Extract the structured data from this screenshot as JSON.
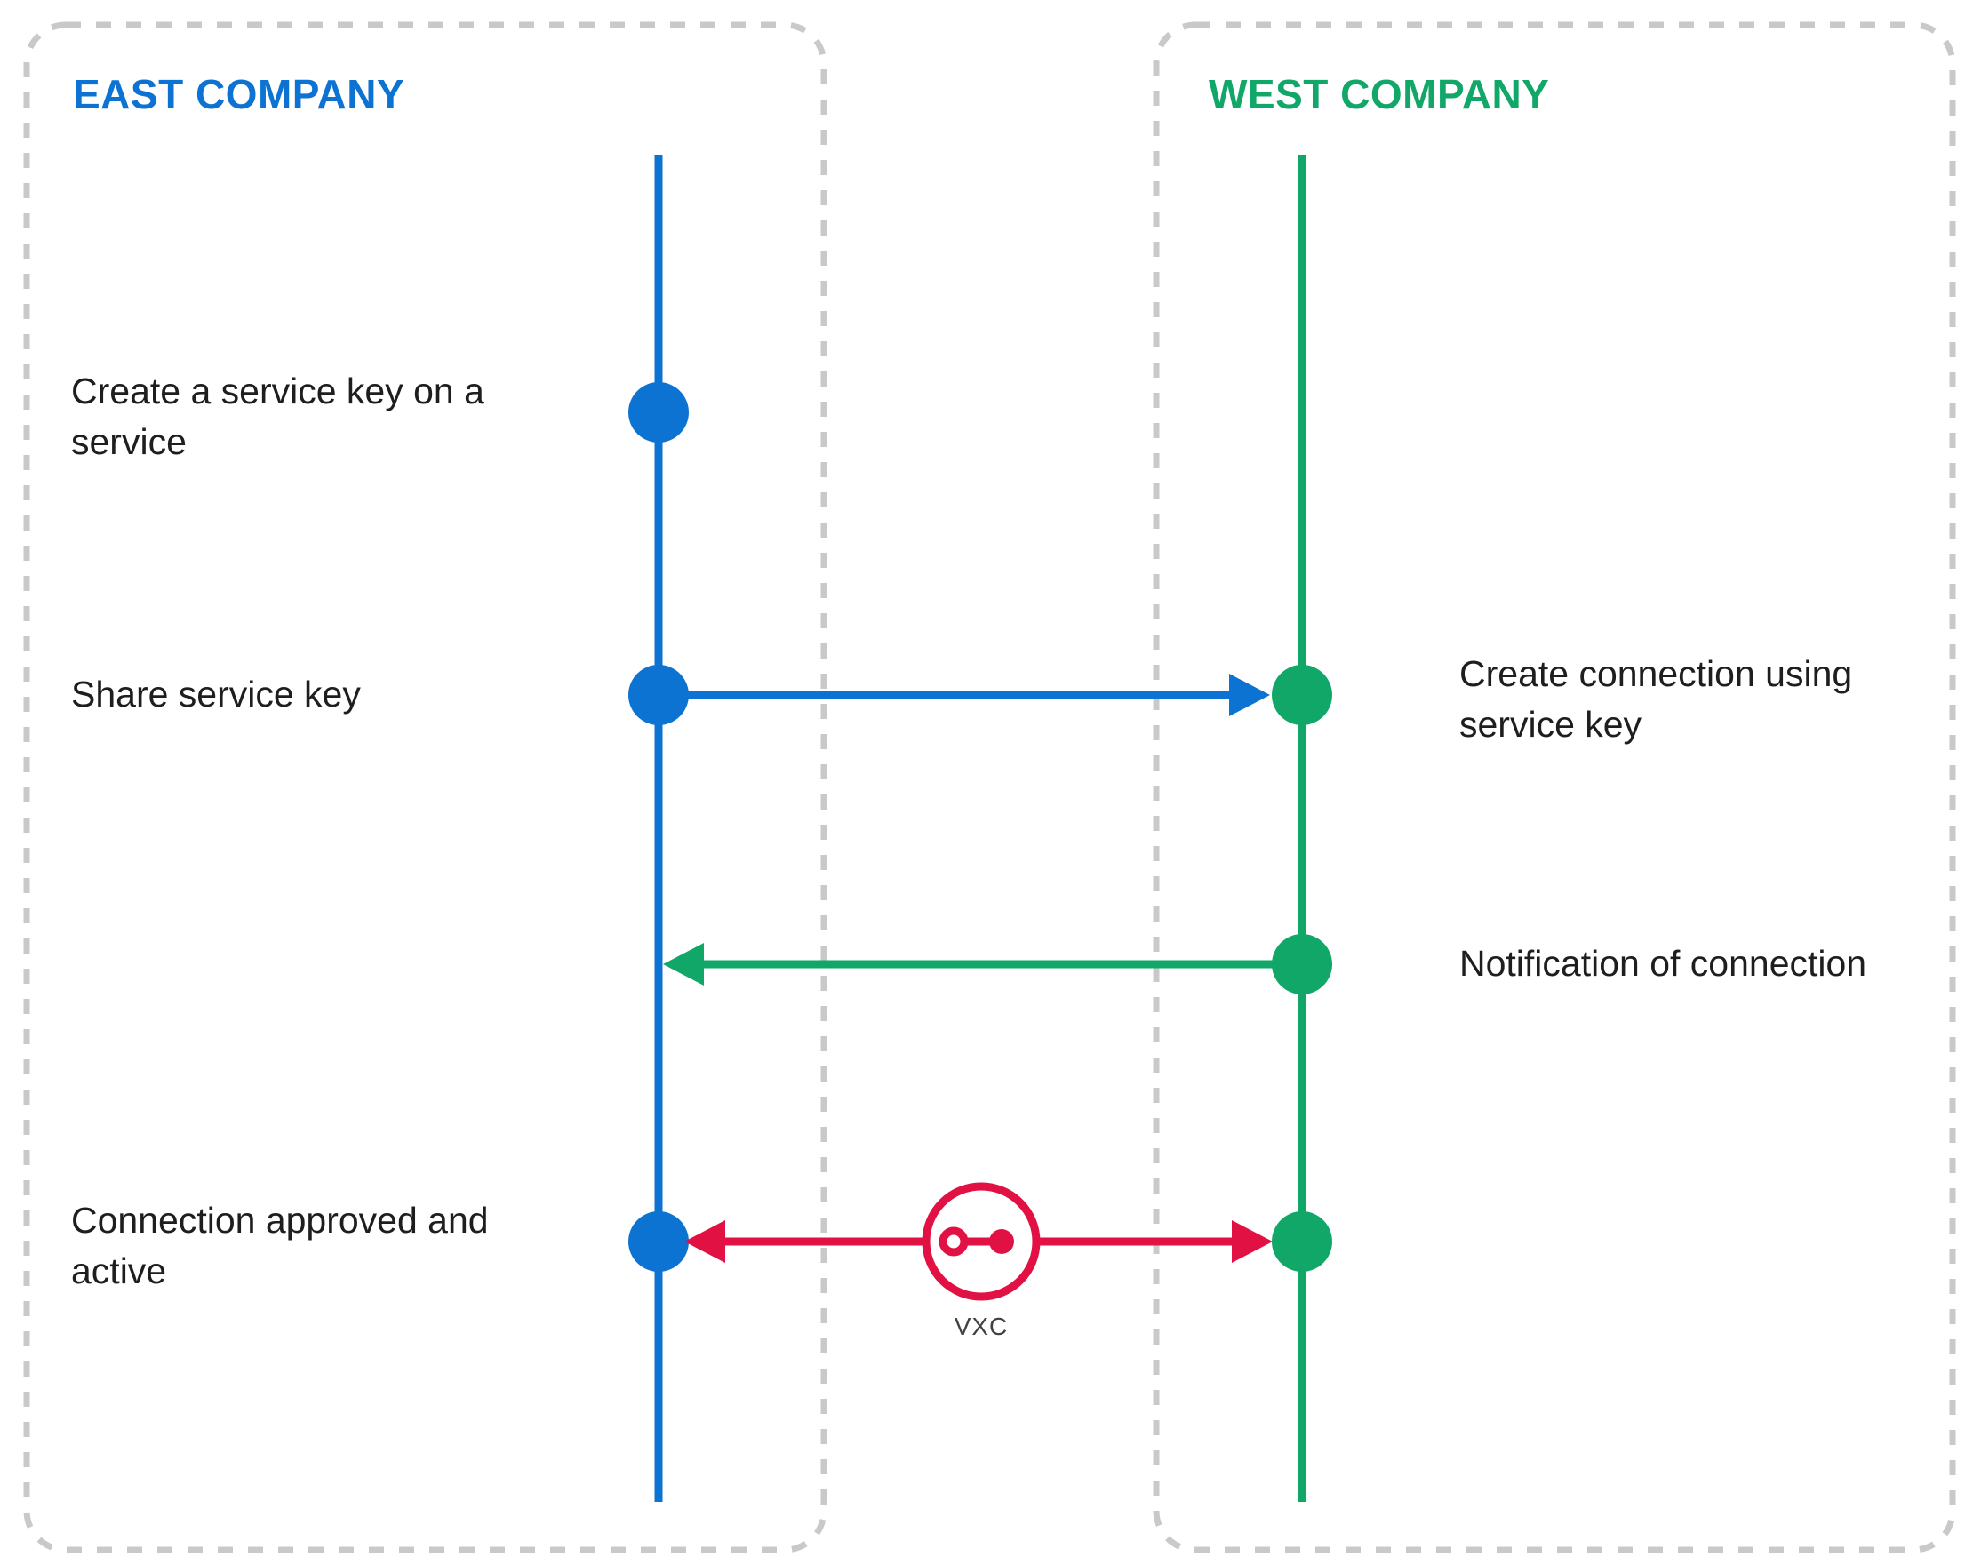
{
  "panels": {
    "east": {
      "title": "EAST COMPANY"
    },
    "west": {
      "title": "WEST COMPANY"
    }
  },
  "labels": {
    "create_key": "Create a service key on a\nservice",
    "share_key": "Share service key",
    "create_connection": "Create connection using\nservice key",
    "notification": "Notification of connection",
    "approved": "Connection approved and\nactive",
    "vxc": "VXC"
  },
  "icons": {
    "vxc_icon": "circled plug-connector (ring linked to filled dot)"
  },
  "colors": {
    "east": "#0c73d2",
    "west": "#10a768",
    "vxc": "#e11243",
    "border": "#c9c9c9",
    "text": "#1e1e1e",
    "vxc_text": "#414141",
    "bg": "#ffffff"
  }
}
